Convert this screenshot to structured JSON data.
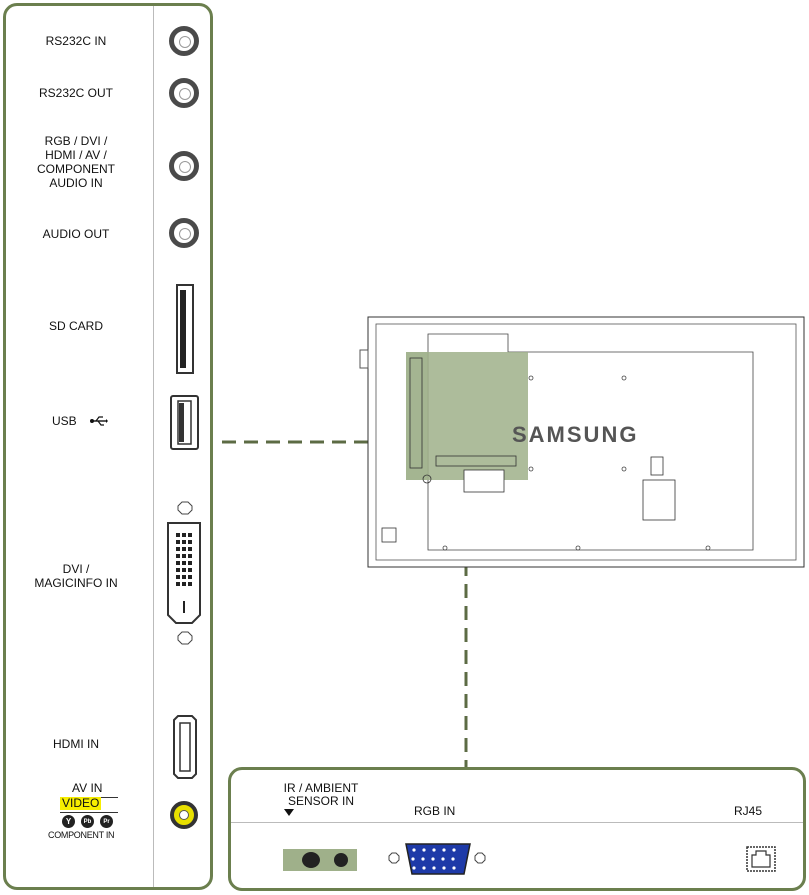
{
  "left_panel": {
    "ports": [
      {
        "label": "RS232C IN"
      },
      {
        "label": "RS232C OUT"
      },
      {
        "label": "RGB / DVI /\nHDMI / AV /\nCOMPONENT\nAUDIO IN"
      },
      {
        "label": "AUDIO OUT"
      },
      {
        "label": "SD CARD"
      },
      {
        "label": "USB"
      },
      {
        "label": "DVI /\nMAGICINFO IN"
      },
      {
        "label": "HDMI IN"
      }
    ],
    "av": {
      "av_in": "AV IN",
      "video": "VIDEO",
      "y": "Y",
      "pb": "Pb",
      "pr": "Pr",
      "component_in": "COMPONENT IN"
    }
  },
  "bottom_panel": {
    "ir_label": "IR / AMBIENT\nSENSOR IN",
    "rgb_in": "RGB IN",
    "rj45": "RJ45"
  },
  "monitor": {
    "brand": "SAMSUNG"
  },
  "colors": {
    "frame": "#6b7f4e",
    "highlight": "#9fb08a",
    "video_bg": "#f7ee00",
    "av_jack": "#e8e000",
    "vga": "#1e3aa8"
  }
}
